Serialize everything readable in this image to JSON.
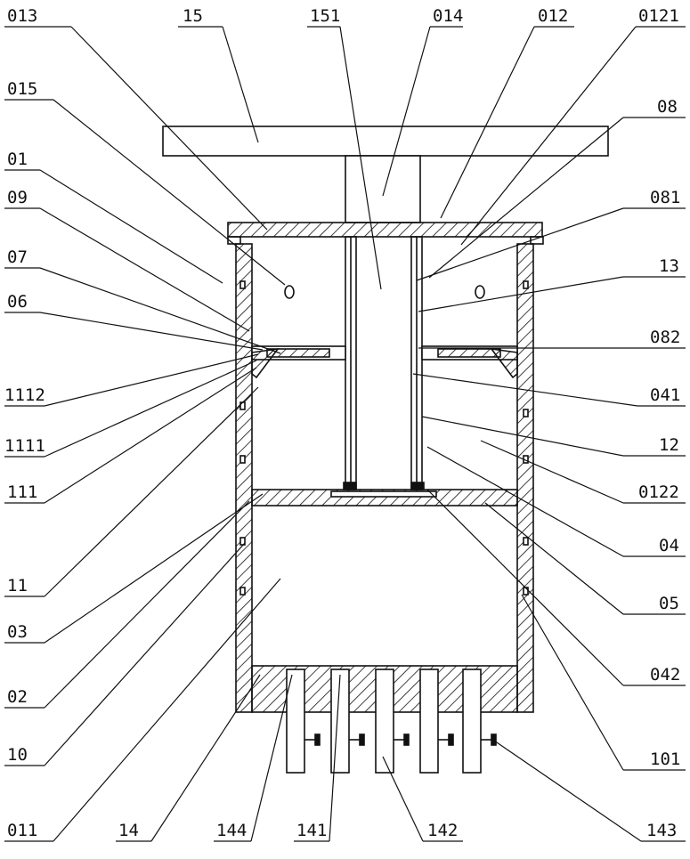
{
  "title": "",
  "labels": {
    "l013": "013",
    "l15": "15",
    "l151": "151",
    "l014": "014",
    "l012": "012",
    "l0121": "0121",
    "l015": "015",
    "l08": "08",
    "l01": "01",
    "l09": "09",
    "l081": "081",
    "l07": "07",
    "l13": "13",
    "l06": "06",
    "l082": "082",
    "l1112": "1112",
    "l041": "041",
    "l1111": "1111",
    "l12": "12",
    "l111": "111",
    "l0122": "0122",
    "l11": "11",
    "l04": "04",
    "l03": "03",
    "l05": "05",
    "l02": "02",
    "l042": "042",
    "l10": "10",
    "l101": "101",
    "l011": "011",
    "l14": "14",
    "l144": "144",
    "l141": "141",
    "l142": "142",
    "l143": "143"
  },
  "colors": {
    "stroke": "#111111",
    "background": "#ffffff"
  }
}
